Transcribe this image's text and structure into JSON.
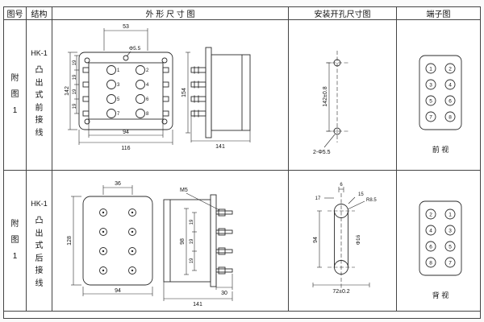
{
  "header": {
    "fig": "图号",
    "struct": "结构",
    "outline": "外 形 尺 寸 图",
    "mounting": "安装开孔尺寸图",
    "terminal": "端子图"
  },
  "row1": {
    "fig": "附图1",
    "model": "HK-1",
    "struct": "凸出式前接线",
    "outline": {
      "d53": "53",
      "dhole": "Φ5.5",
      "d142": "142",
      "p19_1": "19",
      "p19_2": "19",
      "p19_3": "19",
      "p19_4": "19",
      "d94": "94",
      "d116": "116",
      "t1": "1",
      "t2": "2",
      "t3": "3",
      "t4": "4",
      "t5": "5",
      "t6": "6",
      "t7": "7",
      "t8": "8",
      "d154": "154",
      "d141": "141"
    },
    "mounting": {
      "d142": "142±0.8",
      "dholes": "2-Φ5.5"
    },
    "terminal": {
      "n": [
        [
          "1",
          "2"
        ],
        [
          "3",
          "4"
        ],
        [
          "5",
          "6"
        ],
        [
          "7",
          "8"
        ]
      ],
      "label": "前 视"
    }
  },
  "row2": {
    "fig": "附图1",
    "model": "HK-1",
    "struct": "凸出式后接线",
    "outline": {
      "d36": "36",
      "d128": "128",
      "d94": "94",
      "dm5": "M5",
      "d98": "98",
      "p19_1": "19",
      "p19_2": "19",
      "p19_3": "19",
      "d30": "30",
      "d141": "141"
    },
    "mounting": {
      "d17": "17",
      "d6": "6",
      "d15": "15",
      "dr": "R8.5",
      "d94": "94",
      "d16": "Φ16",
      "d72": "72±0.2"
    },
    "terminal": {
      "n": [
        [
          "2",
          "1"
        ],
        [
          "4",
          "3"
        ],
        [
          "6",
          "5"
        ],
        [
          "8",
          "7"
        ]
      ],
      "label": "背 视"
    }
  }
}
